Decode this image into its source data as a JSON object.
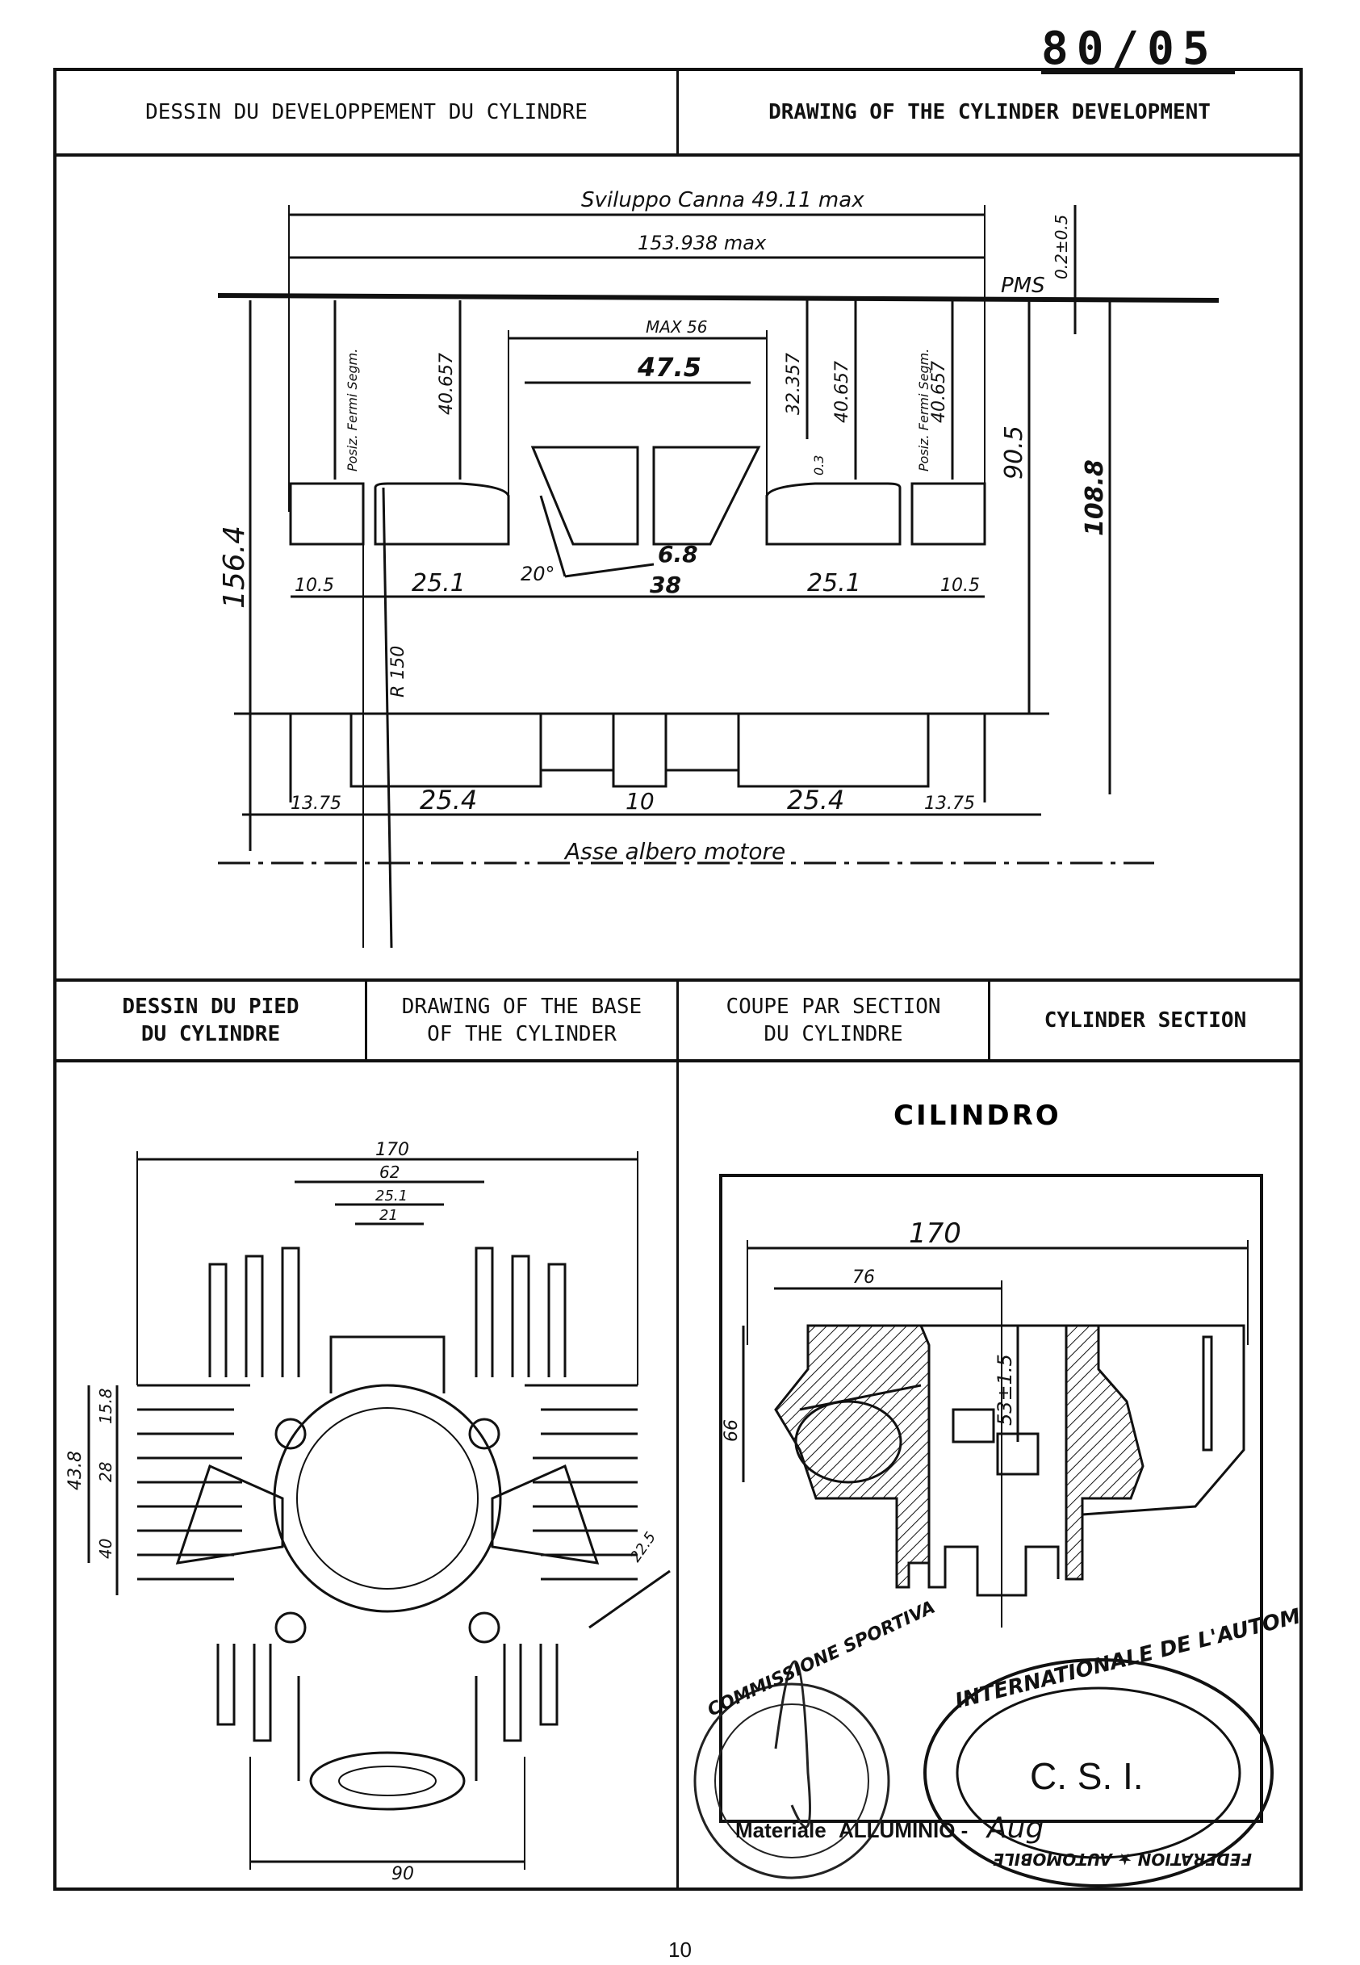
{
  "header": {
    "page_ref": "80/05"
  },
  "section_top": {
    "label_fr": "DESSIN DU DEVELOPPEMENT DU CYLINDRE",
    "label_en": "DRAWING OF THE CYLINDER DEVELOPMENT"
  },
  "development_drawing": {
    "top_dim_label": "Sviluppo Canna 49.11 max",
    "width_label": "153.938 max",
    "pms_label": "PMS",
    "pms_offset": "0.2±0.5",
    "max_label": "MAX 56",
    "port_width": "47.5",
    "v_32": "32.357",
    "v_40_left": "40.657",
    "v_40_mid": "40.657",
    "v_40_right": "40.657",
    "v_0_3": "0.3",
    "posiz_left": "Posiz. Fermi Segm.",
    "posiz_right": "Posiz. Fermi Segm.",
    "h_90_5": "90.5",
    "h_108": "108.8",
    "h_156": "156.4",
    "angle": "20°",
    "d_6_8": "6.8",
    "d_38": "38",
    "d_10_5_left": "10.5",
    "d_25_1_left": "25.1",
    "d_25_1_right": "25.1",
    "d_10_5_right": "10.5",
    "radius": "R 150",
    "d_13_75_left": "13.75",
    "d_25_4_left": "25.4",
    "d_10": "10",
    "d_25_4_right": "25.4",
    "d_13_75_right": "13.75",
    "axis_label": "Asse albero motore"
  },
  "section_bottom": {
    "label1_line1": "DESSIN DU PIED",
    "label1_line2": "DU CYLINDRE",
    "label2_line1": "DRAWING OF THE BASE",
    "label2_line2": "OF THE CYLINDER",
    "label3_line1": "COUPE PAR SECTION",
    "label3_line2": "DU CYLINDRE",
    "label4": "CYLINDER SECTION"
  },
  "base_drawing": {
    "d_170": "170",
    "d_62": "62",
    "d_25_1": "25.1",
    "d_21": "21",
    "d_15_8": "15.8",
    "d_43_8": "43.8",
    "d_28": "28",
    "d_40": "40",
    "d_22_5": "22.5",
    "d_90": "90"
  },
  "section_drawing": {
    "title": "CILINDRO",
    "d_170": "170",
    "d_76": "76",
    "d_66": "66",
    "d_53": "53±1.5",
    "material_label": "Materiale",
    "material_value": "ALLUMINIO -",
    "signature": "Aug"
  },
  "stamps": {
    "left_text": "COMMISSIONE SPORTIVA",
    "right_top": "INTERNATIONALE DE L'AUTOMOBILE",
    "right_center": "C. S. I.",
    "right_bottom": "FEDERATION ★ AUTOMOBILE"
  },
  "footer": {
    "page_number": "10"
  }
}
